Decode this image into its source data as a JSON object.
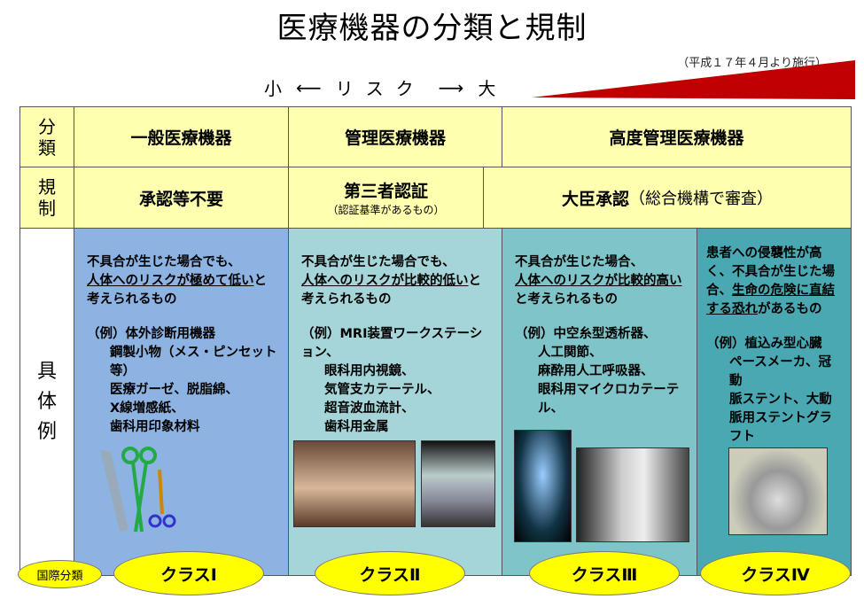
{
  "title": "医療機器の分類と規制",
  "enforcement_note": "（平成１７年４月より施行）",
  "risk_scale": {
    "low": "小",
    "label": "リスク",
    "high": "大"
  },
  "row_labels": {
    "classification": "分\n類",
    "regulation": "規\n制",
    "examples": "具\n体\n例"
  },
  "classifications": [
    "一般医療機器",
    "管理医療機器",
    "高度管理医療機器"
  ],
  "regulations": [
    {
      "label": "承認等不要"
    },
    {
      "label": "第三者認証",
      "sub": "（認証基準があるもの）"
    },
    {
      "label": "大臣承認",
      "sub": "（総合機構で審査）"
    }
  ],
  "columns": [
    {
      "desc_pre": "不具合が生じた場合でも、",
      "desc_u": "人体へのリスクが極めて低い",
      "desc_post": "と考えられるもの",
      "examples": [
        "（例）体外診断用機器",
        "鋼製小物（メス・ピンセット等）",
        "医療ガーゼ、脱脂綿、",
        "X線増感紙、",
        "歯科用印象材料"
      ],
      "class": "クラスⅠ",
      "color": "#8db3e2"
    },
    {
      "desc_pre": "不具合が生じた場合でも、",
      "desc_u": "人体へのリスクが比較的低い",
      "desc_post": "と考えられるもの",
      "examples": [
        "（例）MRI装置ワークステーション、",
        "眼科用内視鏡、",
        "気管支カテーテル、",
        "超音波血流計、",
        "歯科用金属"
      ],
      "class": "クラスⅡ",
      "color": "#a5d5d8"
    },
    {
      "desc_pre": "不具合が生じた場合、",
      "desc_u": "人体へのリスクが比較的高い",
      "desc_post": "と考えられるもの",
      "examples": [
        "（例）中空糸型透析器、",
        "人工関節、",
        "麻酔用人工呼吸器、",
        "眼科用マイクロカテーテル、"
      ],
      "class": "クラスⅢ",
      "color": "#7fc4c8"
    },
    {
      "desc_pre": "患者への侵襲性が高く、不具合が生じた場合、",
      "desc_u": "生命の危険に直結する恐れ",
      "desc_post": "があるもの",
      "examples": [
        "（例）植込み型心臓",
        "ペースメーカ、冠動",
        "脈ステント、大動",
        "脈用ステントグラフト"
      ],
      "class": "クラスⅣ",
      "color": "#4aa8b3"
    }
  ],
  "intl_label": "国際分類",
  "colors": {
    "header": "#ffffb0",
    "ellipse": "#ffff00",
    "wedge": "#c00000"
  }
}
